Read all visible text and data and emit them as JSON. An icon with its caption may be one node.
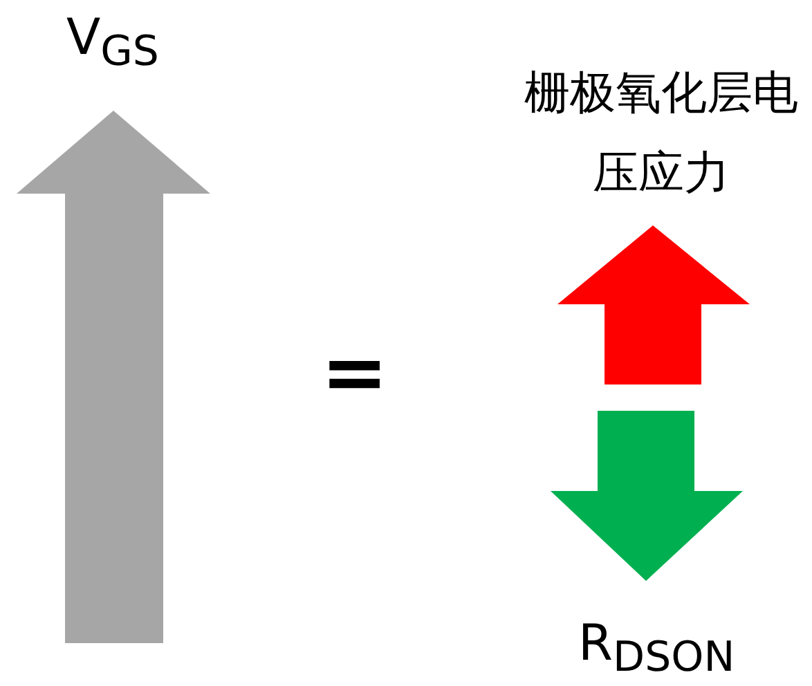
{
  "diagram": {
    "labels": [
      "V$_{GS}$",
      "=",
      "栅极氧化层电压应力",
      "R$_{DSON}$"
    ]
  }
}
